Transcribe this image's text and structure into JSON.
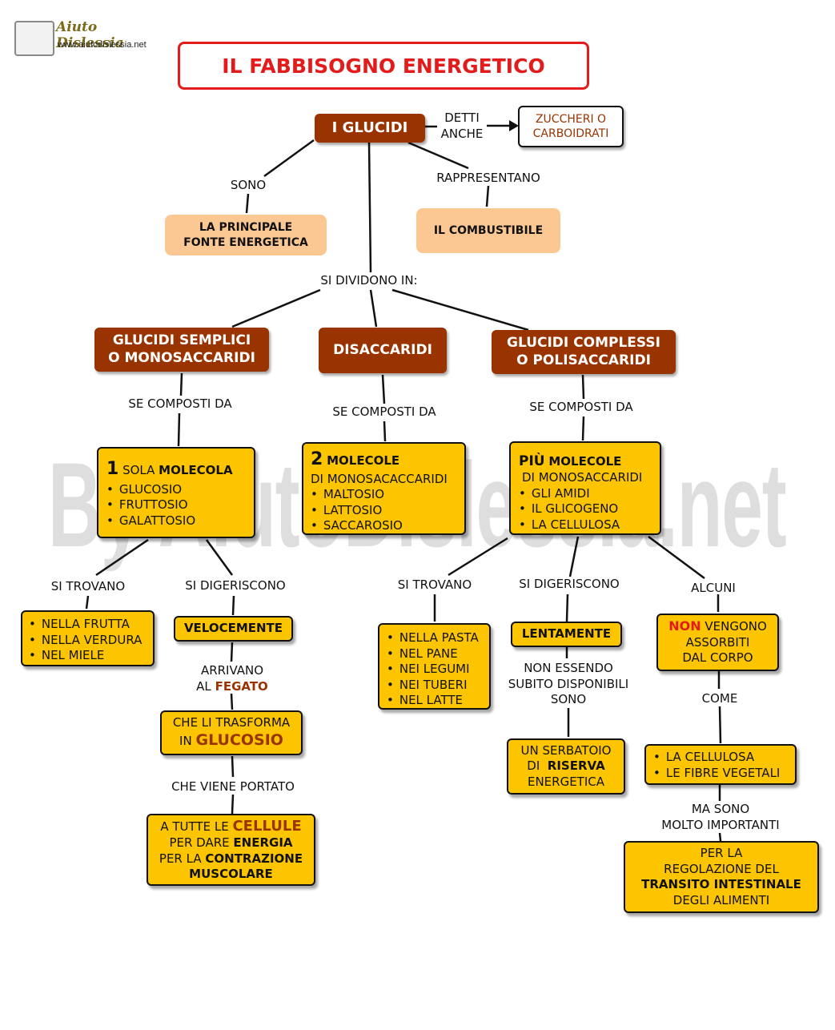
{
  "logo": {
    "title": "Aiuto Dislessia",
    "url": "www.aiutodislessia.net"
  },
  "watermark": "By AiutoDislessia.net",
  "title": "IL FABBISOGNO ENERGETICO",
  "glucidi": "I GLUCIDI",
  "detti_anche": [
    "DETTI",
    "ANCHE"
  ],
  "zuccheri": [
    "ZUCCHERI O",
    "CARBOIDRATI"
  ],
  "sono": "SONO",
  "rappresentano": "RAPPRESENTANO",
  "principale": [
    "LA PRINCIPALE",
    "FONTE  ENERGETICA"
  ],
  "combustibile": "IL COMBUSTIBILE",
  "si_dividono": "SI DIVIDONO IN:",
  "semplici": [
    "GLUCIDI SEMPLICI",
    "O MONOSACCARIDI"
  ],
  "disaccaridi": "DISACCARIDI",
  "complessi": [
    "GLUCIDI COMPLESSI",
    "O POLISACCARIDI"
  ],
  "se_composti_da": "SE COMPOSTI DA",
  "mono_box": {
    "num": "1",
    "t1": "SOLA",
    "t2": "MOLECOLA",
    "items": [
      "GLUCOSIO",
      "FRUTTOSIO",
      "GALATTOSIO"
    ]
  },
  "di_box": {
    "num": "2",
    "t1": "MOLECOLE",
    "t2": "DI MONOSACACCARIDI",
    "items": [
      "MALTOSIO",
      "LATTOSIO",
      "SACCAROSIO"
    ]
  },
  "poli_box": {
    "t1": "PIÙ",
    "t2": "MOLECOLE",
    "t3": "DI MONOSACCARIDI",
    "items": [
      "GLI AMIDI",
      "IL GLICOGENO",
      "LA CELLULOSA"
    ]
  },
  "si_trovano": "SI TROVANO",
  "si_digeriscono": "SI DIGERISCONO",
  "alcuni": "ALCUNI",
  "frutta_items": [
    "NELLA FRUTTA",
    "NELLA VERDURA",
    "NEL MIELE"
  ],
  "velocemente": "VELOCEMENTE",
  "arrivano": "ARRIVANO",
  "al": "AL",
  "fegato": "FEGATO",
  "trasforma": {
    "l1": "CHE LI TRASFORMA",
    "l2a": "IN",
    "l2b": "GLUCOSIO"
  },
  "portato": "CHE VIENE PORTATO",
  "cellule": {
    "a": "A TUTTE LE",
    "b": "CELLULE",
    "c": "PER DARE",
    "d": "ENERGIA",
    "e": "PER LA",
    "f": "CONTRAZIONE",
    "g": "MUSCOLARE"
  },
  "pasta_items": [
    "NELLA PASTA",
    "NEL PANE",
    "NEI LEGUMI",
    "NEI TUBERI",
    "NEL LATTE"
  ],
  "lentamente": "LENTAMENTE",
  "non_essendo": [
    "NON ESSENDO",
    "SUBITO DISPONIBILI",
    "SONO"
  ],
  "serbatoio": {
    "l1": "UN SERBATOIO",
    "l2a": "DI",
    "l2b": "RISERVA",
    "l3": "ENERGETICA"
  },
  "non_box": {
    "non": "NON",
    "l1": "VENGONO",
    "l2": "ASSORBITI",
    "l3": "DAL CORPO"
  },
  "come": "COME",
  "fibre_items": [
    "LA  CELLULOSA",
    "LE FIBRE VEGETALI"
  ],
  "ma_sono": [
    "MA SONO",
    "MOLTO IMPORTANTI"
  ],
  "transito": {
    "l1": "PER LA",
    "l2": "REGOLAZIONE  DEL",
    "l3": "TRANSITO  INTESTINALE",
    "l4": "DEGLI ALIMENTI"
  },
  "colors": {
    "brown": "#993300",
    "yellow": "#fdc500",
    "peach": "#fbc894",
    "red": "#e31b1b"
  }
}
